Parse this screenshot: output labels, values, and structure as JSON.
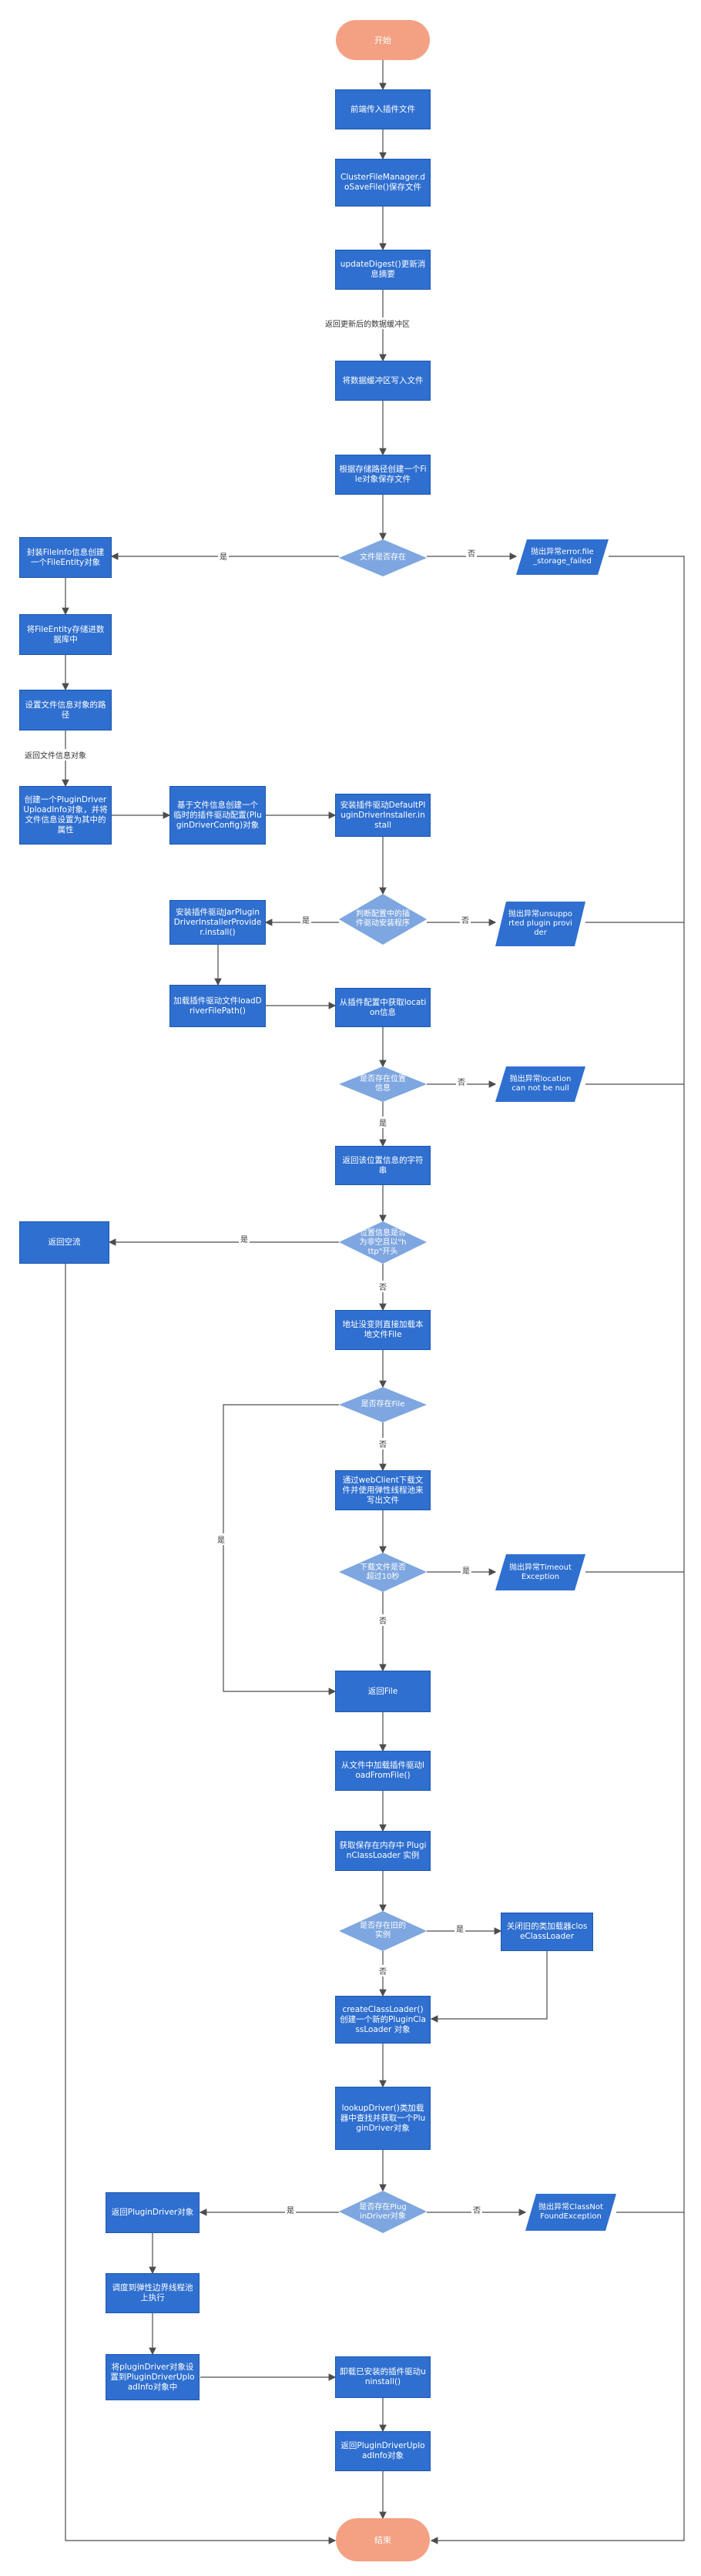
{
  "nodes": {
    "start": "开始",
    "n1": "前端传入插件文件",
    "n2": "ClusterFileManager.doSaveFile()保存文件",
    "n3": "updateDigest()更新消息摘要",
    "n4": "将数据缓冲区写入文件",
    "n5": "根据存储路径创建一个File对象保存文件",
    "d1": "文件是否存在",
    "e1": "抛出异常error.file_storage_failed",
    "l1": "封装FileInfo信息创建一个FileEntity对象",
    "l2": "将FileEntity存储进数据库中",
    "l3": "设置文件信息对象的路径",
    "l4": "创建一个PluginDriverUploadInfo对象，并将文件信息设置为其中的属性",
    "m1": "基于文件信息创建一个临时的插件驱动配置(PluginDriverConfig)对象",
    "m2": "安装插件驱动DefaultPluginDriverInstaller.install",
    "d2": "判断配置中的插件驱动安装程序",
    "e2": "抛出异常unsupported plugin provider",
    "j1": "安装插件驱动JarPluginDriverInstallerProvider.install()",
    "j2": "加载插件驱动文件loadDriverFilePath()",
    "m3": "从插件配置中获取location信息",
    "d3": "是否存在位置信息",
    "e3": "抛出异常location can not be null",
    "m4": "返回该位置信息的字符串",
    "d4": "位置信息是否为非空且以\"http\"开头",
    "r1": "返回空流",
    "m5": "地址没变则直接加载本地文件File",
    "d5": "是否存在File",
    "m6": "通过webClient下载文件并使用弹性线程池来写出文件",
    "d6": "下载文件是否超过10秒",
    "e4": "抛出异常TimeoutException",
    "m7": "返回File",
    "m8": "从文件中加载插件驱动loadFromFile()",
    "m9": "获取保存在内存中 PluginClassLoader 实例",
    "d7": "是否存在旧的实例",
    "c1": "关闭旧的类加载器closeClassLoader",
    "m10": "createClassLoader() 创建一个新的PluginClassLoader 对象",
    "m11": "lookupDriver()类加载器中查找并获取一个PluginDriver对象",
    "d8": "是否存在PluginDriver对象",
    "e5": "抛出异常ClassNotFoundException",
    "p1": "返回PluginDriver对象",
    "p2": "调度到弹性边界线程池上执行",
    "p3": "将pluginDriver对象设置到PluginDriverUploadInfo对象中",
    "m12": "卸载已安装的插件驱动uninstall()",
    "m13": "返回PluginDriverUploadInfo对象",
    "end": "结束"
  },
  "labels": {
    "buf": "返回更新后的数据缓冲区",
    "ret_obj": "返回文件信息对象",
    "yes": "是",
    "no": "否"
  },
  "colors": {
    "process": "#2f6fd0",
    "decision": "#7ea6e0",
    "terminal": "#f4a183",
    "line": "#4d4d4d"
  }
}
